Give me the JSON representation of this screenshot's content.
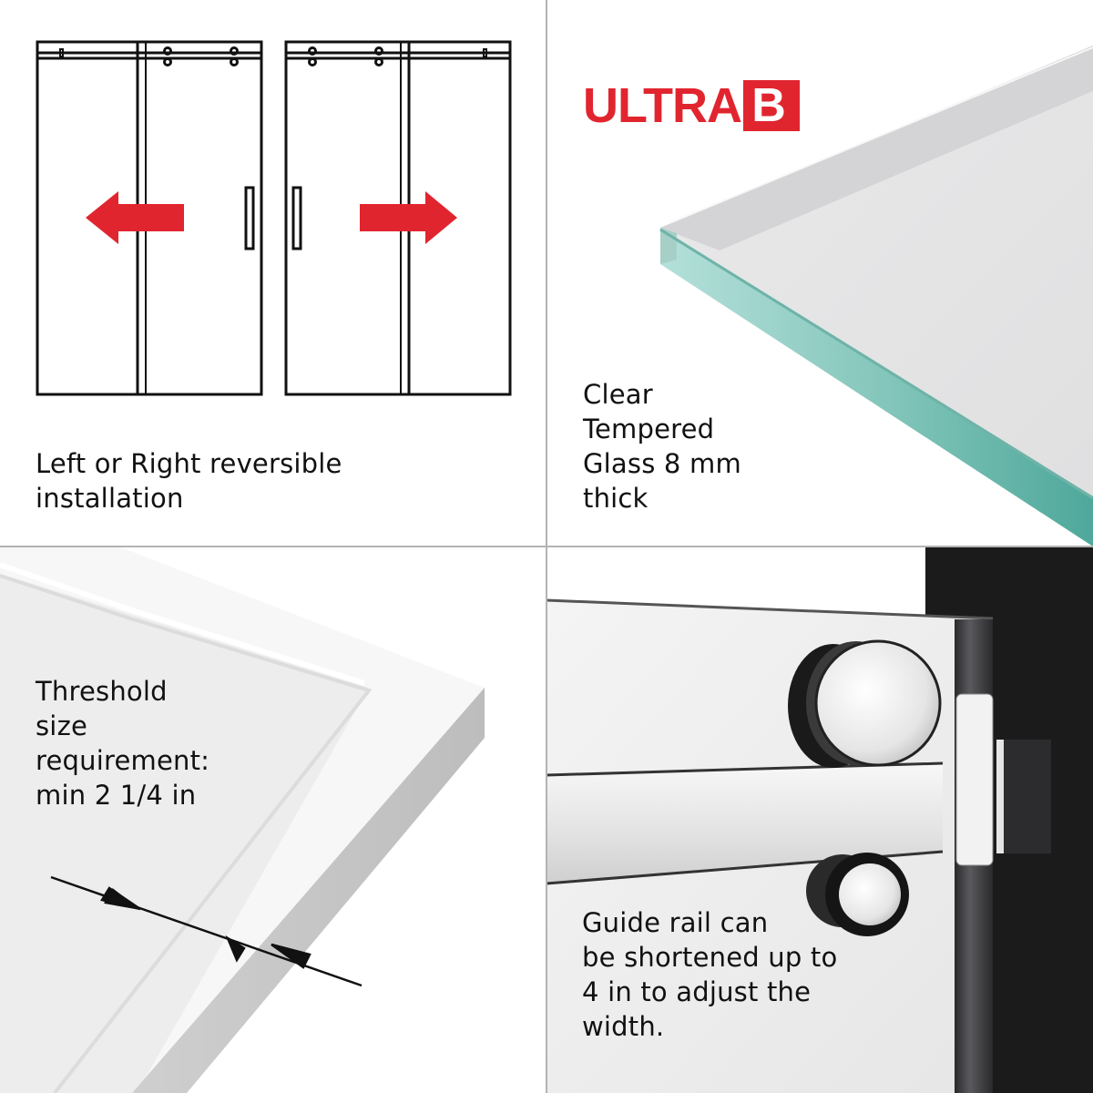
{
  "panels": {
    "reversible": {
      "caption_lines": [
        "Left or Right reversible",
        "installation"
      ],
      "icons": [
        "door-left-diagram",
        "door-right-diagram",
        "arrow-left-icon",
        "arrow-right-icon"
      ],
      "arrow_color": "#e1252f"
    },
    "glass": {
      "brand": {
        "text": "ULTRA",
        "boxed_letter": "B",
        "color": "#e1252f"
      },
      "caption_lines": [
        "Clear",
        "Tempered",
        "Glass 8 mm",
        "thick"
      ],
      "edge_color": "#5bb0a4"
    },
    "threshold": {
      "caption_lines": [
        "Threshold",
        "size",
        "requirement:",
        "min 2 1/4 in"
      ]
    },
    "guide_rail": {
      "caption_lines": [
        "Guide rail can",
        "be shortened up to",
        "4 in to adjust the",
        "width."
      ]
    }
  },
  "colors": {
    "divider": "#b3b3b3",
    "text": "#111111",
    "accent": "#e1252f"
  }
}
